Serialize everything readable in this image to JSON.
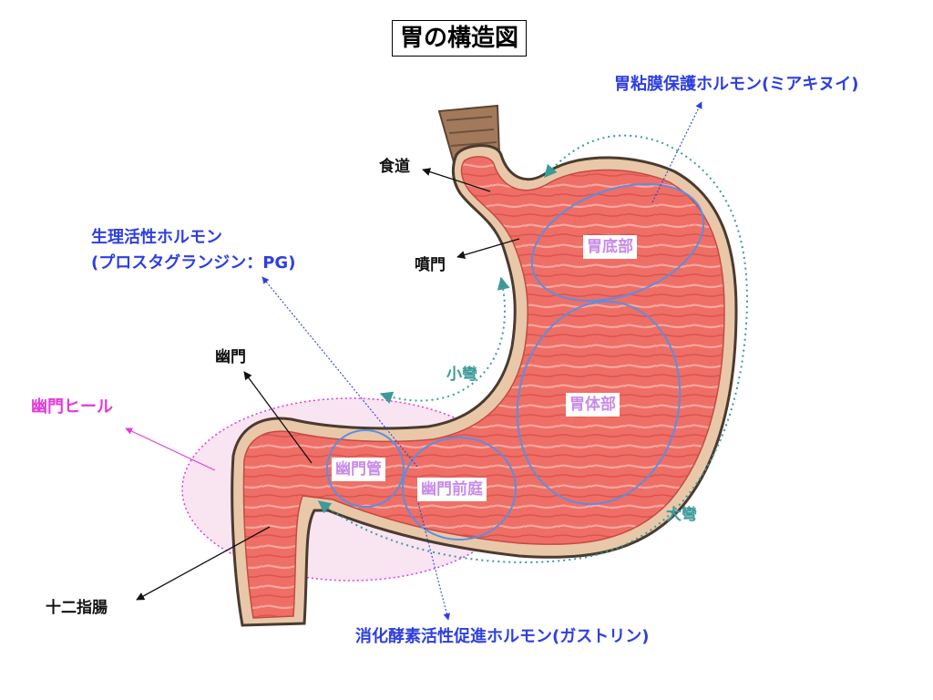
{
  "title": "胃の構造図",
  "labels": {
    "esophagus": "食道",
    "cardia": "噴門",
    "pylorus": "幽門",
    "duodenum": "十二指腸",
    "lesser_curvature": "小彎",
    "greater_curvature": "大彎",
    "pyloric_heel": "幽門ヒール"
  },
  "regions": {
    "fundus": "胃底部",
    "body": "胃体部",
    "pyloric_canal": "幽門管",
    "pyloric_antrum": "幽門前庭"
  },
  "hormones": {
    "mucosal_protection": "胃粘膜保護ホルモン(ミアキヌイ)",
    "physiological_line1": "生理活性ホルモン",
    "physiological_line2": "(プロスタグランジン：PG)",
    "digestive_enzyme": "消化酵素活性促進ホルモン(ガストリン)"
  },
  "colors": {
    "hormone_text": "#2e3fe0",
    "teal_text": "#3c9a99",
    "pink_text": "#e23ad8",
    "region_text": "#c98be8",
    "region_outline": "#5b8fe0",
    "stomach_wall": "#e8c8a8",
    "stomach_inner": "#ef6e66"
  }
}
